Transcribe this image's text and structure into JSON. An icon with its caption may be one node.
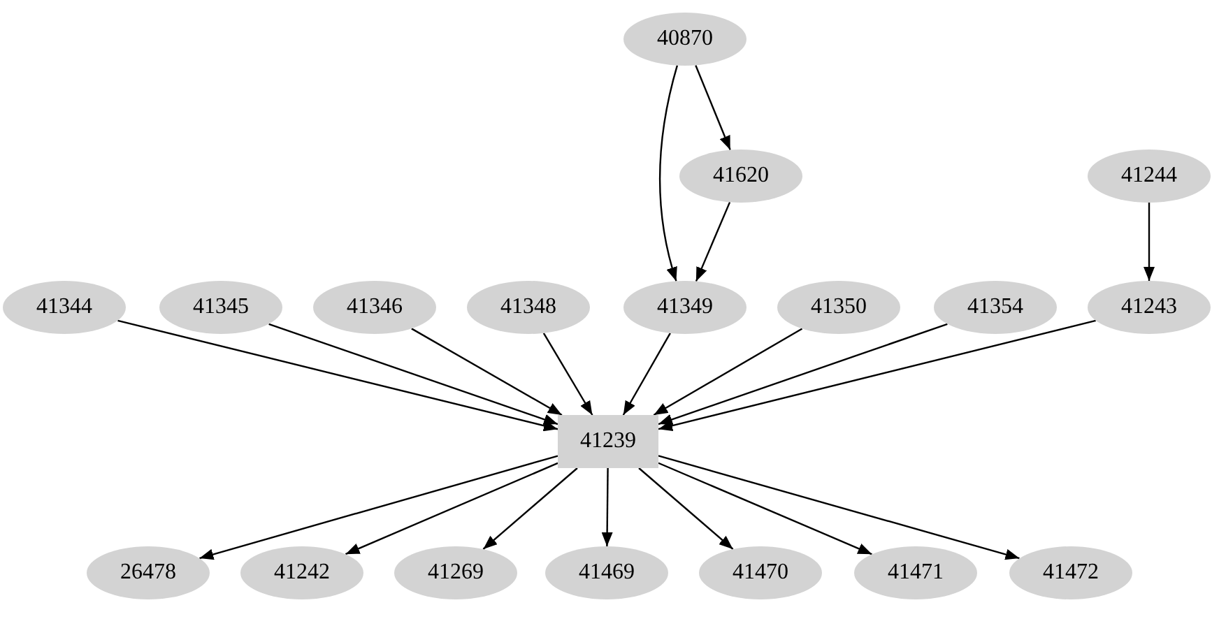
{
  "diagram": {
    "nodes": [
      {
        "text": [
          "40870"
        ]
      },
      {
        "text": [
          "41620"
        ]
      },
      {
        "text": [
          "41244"
        ]
      },
      {
        "text": [
          "41344"
        ]
      },
      {
        "text": [
          "41345"
        ]
      },
      {
        "text": [
          "41346"
        ]
      },
      {
        "text": [
          "41348"
        ]
      },
      {
        "text": [
          "41349"
        ]
      },
      {
        "text": [
          "41350"
        ]
      },
      {
        "text": [
          "41354"
        ]
      },
      {
        "text": [
          "41243"
        ]
      },
      {
        "text": [
          "41239"
        ]
      },
      {
        "text": [
          "26478"
        ]
      },
      {
        "text": [
          "41242"
        ]
      },
      {
        "text": [
          "41269"
        ]
      },
      {
        "text": [
          "41469"
        ]
      },
      {
        "text": [
          "41470"
        ]
      },
      {
        "text": [
          "41471"
        ]
      },
      {
        "text": [
          "41472"
        ]
      }
    ],
    "edges": [
      {
        "from": 0,
        "to": 1,
        "arrow": "to"
      },
      {
        "from": 0,
        "to": 7,
        "arrow": "to"
      },
      {
        "from": 1,
        "to": 7,
        "arrow": "to"
      },
      {
        "from": 2,
        "to": 10,
        "arrow": "to"
      },
      {
        "from": 3,
        "to": 11,
        "arrow": "to"
      },
      {
        "from": 4,
        "to": 11,
        "arrow": "to"
      },
      {
        "from": 5,
        "to": 11,
        "arrow": "to"
      },
      {
        "from": 6,
        "to": 11,
        "arrow": "to"
      },
      {
        "from": 7,
        "to": 11,
        "arrow": "to"
      },
      {
        "from": 8,
        "to": 11,
        "arrow": "to"
      },
      {
        "from": 9,
        "to": 11,
        "arrow": "to"
      },
      {
        "from": 10,
        "to": 11,
        "arrow": "to"
      },
      {
        "from": 11,
        "to": 12,
        "arrow": "to"
      },
      {
        "from": 11,
        "to": 13,
        "arrow": "to"
      },
      {
        "from": 11,
        "to": 14,
        "arrow": "to"
      },
      {
        "from": 11,
        "to": 15,
        "arrow": "to"
      },
      {
        "from": 11,
        "to": 16,
        "arrow": "to"
      },
      {
        "from": 11,
        "to": 17,
        "arrow": "to"
      },
      {
        "from": 11,
        "to": 18,
        "arrow": "to"
      }
    ]
  }
}
